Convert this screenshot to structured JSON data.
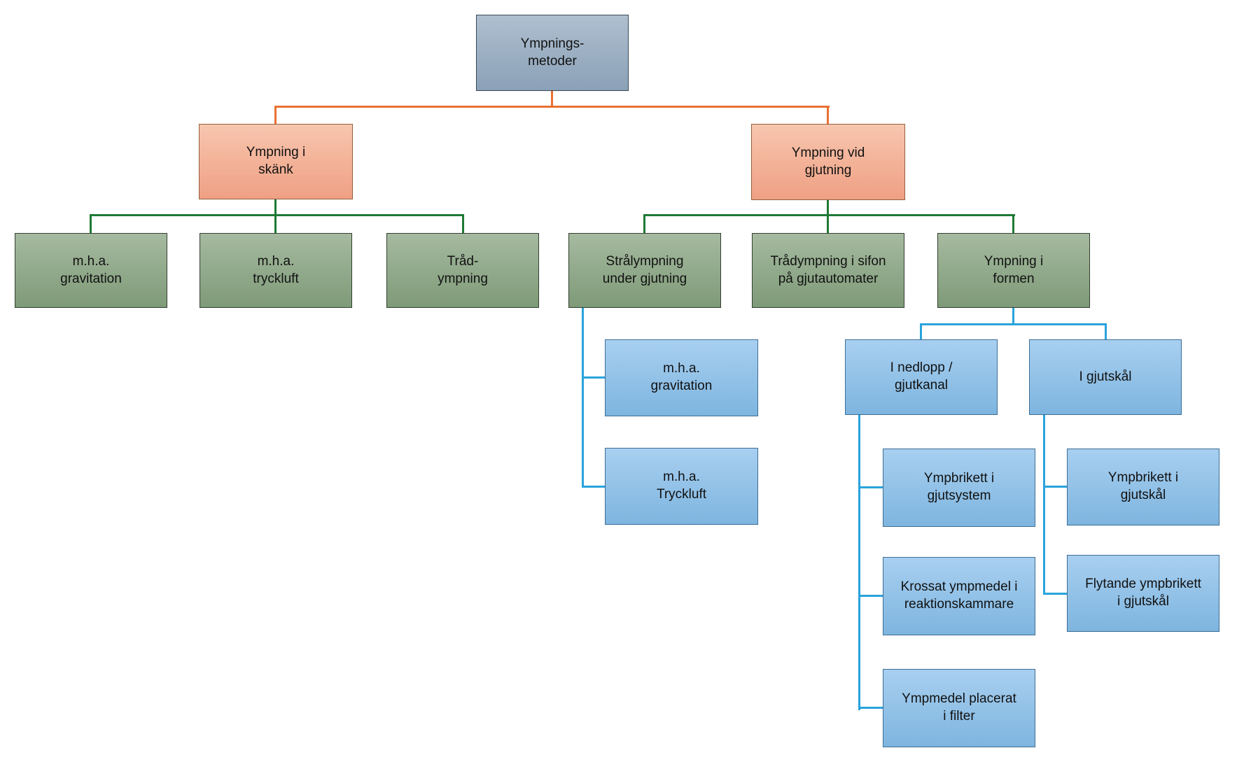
{
  "palette": {
    "canvas_bg": "#FFFFFF",
    "text_color": "#111111",
    "root_fill_top": "#AEBFCF",
    "root_fill_bottom": "#8BA1B7",
    "root_border": "#3A4754",
    "branch_fill_top": "#F7C6AF",
    "branch_fill_bottom": "#EFA083",
    "branch_border": "#945F3D",
    "method_fill_top": "#A6BAA0",
    "method_fill_bottom": "#7E9A78",
    "method_border": "#333F30",
    "leaf_fill_top": "#A8CFF0",
    "leaf_fill_bottom": "#7EB5DF",
    "leaf_border": "#3E6E96",
    "connector_orange": "#E97132",
    "connector_green": "#1F7A34",
    "connector_blue": "#29A3DC"
  },
  "nodes": {
    "root": "Ympnings-\nmetoder",
    "ympning_i_skank": "Ympning i\nskänk",
    "ympning_vid_gjutning": "Ympning vid\ngjutning",
    "mha_gravitation_skank": "m.h.a.\ngravitation",
    "mha_tryckluft_skank": "m.h.a.\ntryckluft",
    "tradympning": "Tråd-\nympning",
    "stralympning": "Strålympning\nunder gjutning",
    "tradympning_sifon": "Trådympning i sifon\npå gjutautomater",
    "ympning_i_formen": "Ympning i\nformen",
    "mha_gravitation_stral": "m.h.a.\ngravitation",
    "mha_tryckluft_stral": "m.h.a.\nTryckluft",
    "i_nedlopp": "I nedlopp /\ngjutkanal",
    "i_gjutskal": "I gjutskål",
    "ympbrikett_gjutsystem": "Ympbrikett i\ngjutsystem",
    "krossat_ympmedel": "Krossat ympmedel i\nreaktionskammare",
    "ympmedel_filter": "Ympmedel placerat\ni filter",
    "ympbrikett_gjutskal": "Ympbrikett i\ngjutskål",
    "flytande_ympbrikett": "Flytande ympbrikett\ni gjutskål"
  },
  "tree": {
    "root": "root",
    "children_of_root": [
      "ympning_i_skank",
      "ympning_vid_gjutning"
    ],
    "children_of_ympning_i_skank": [
      "mha_gravitation_skank",
      "mha_tryckluft_skank",
      "tradympning"
    ],
    "children_of_ympning_vid_gjutning": [
      "stralympning",
      "tradympning_sifon",
      "ympning_i_formen"
    ],
    "children_of_stralympning": [
      "mha_gravitation_stral",
      "mha_tryckluft_stral"
    ],
    "children_of_ympning_i_formen": [
      "i_nedlopp",
      "i_gjutskal"
    ],
    "children_of_i_nedlopp": [
      "ympbrikett_gjutsystem",
      "krossat_ympmedel",
      "ympmedel_filter"
    ],
    "children_of_i_gjutskal": [
      "ympbrikett_gjutskal",
      "flytande_ympbrikett"
    ]
  }
}
